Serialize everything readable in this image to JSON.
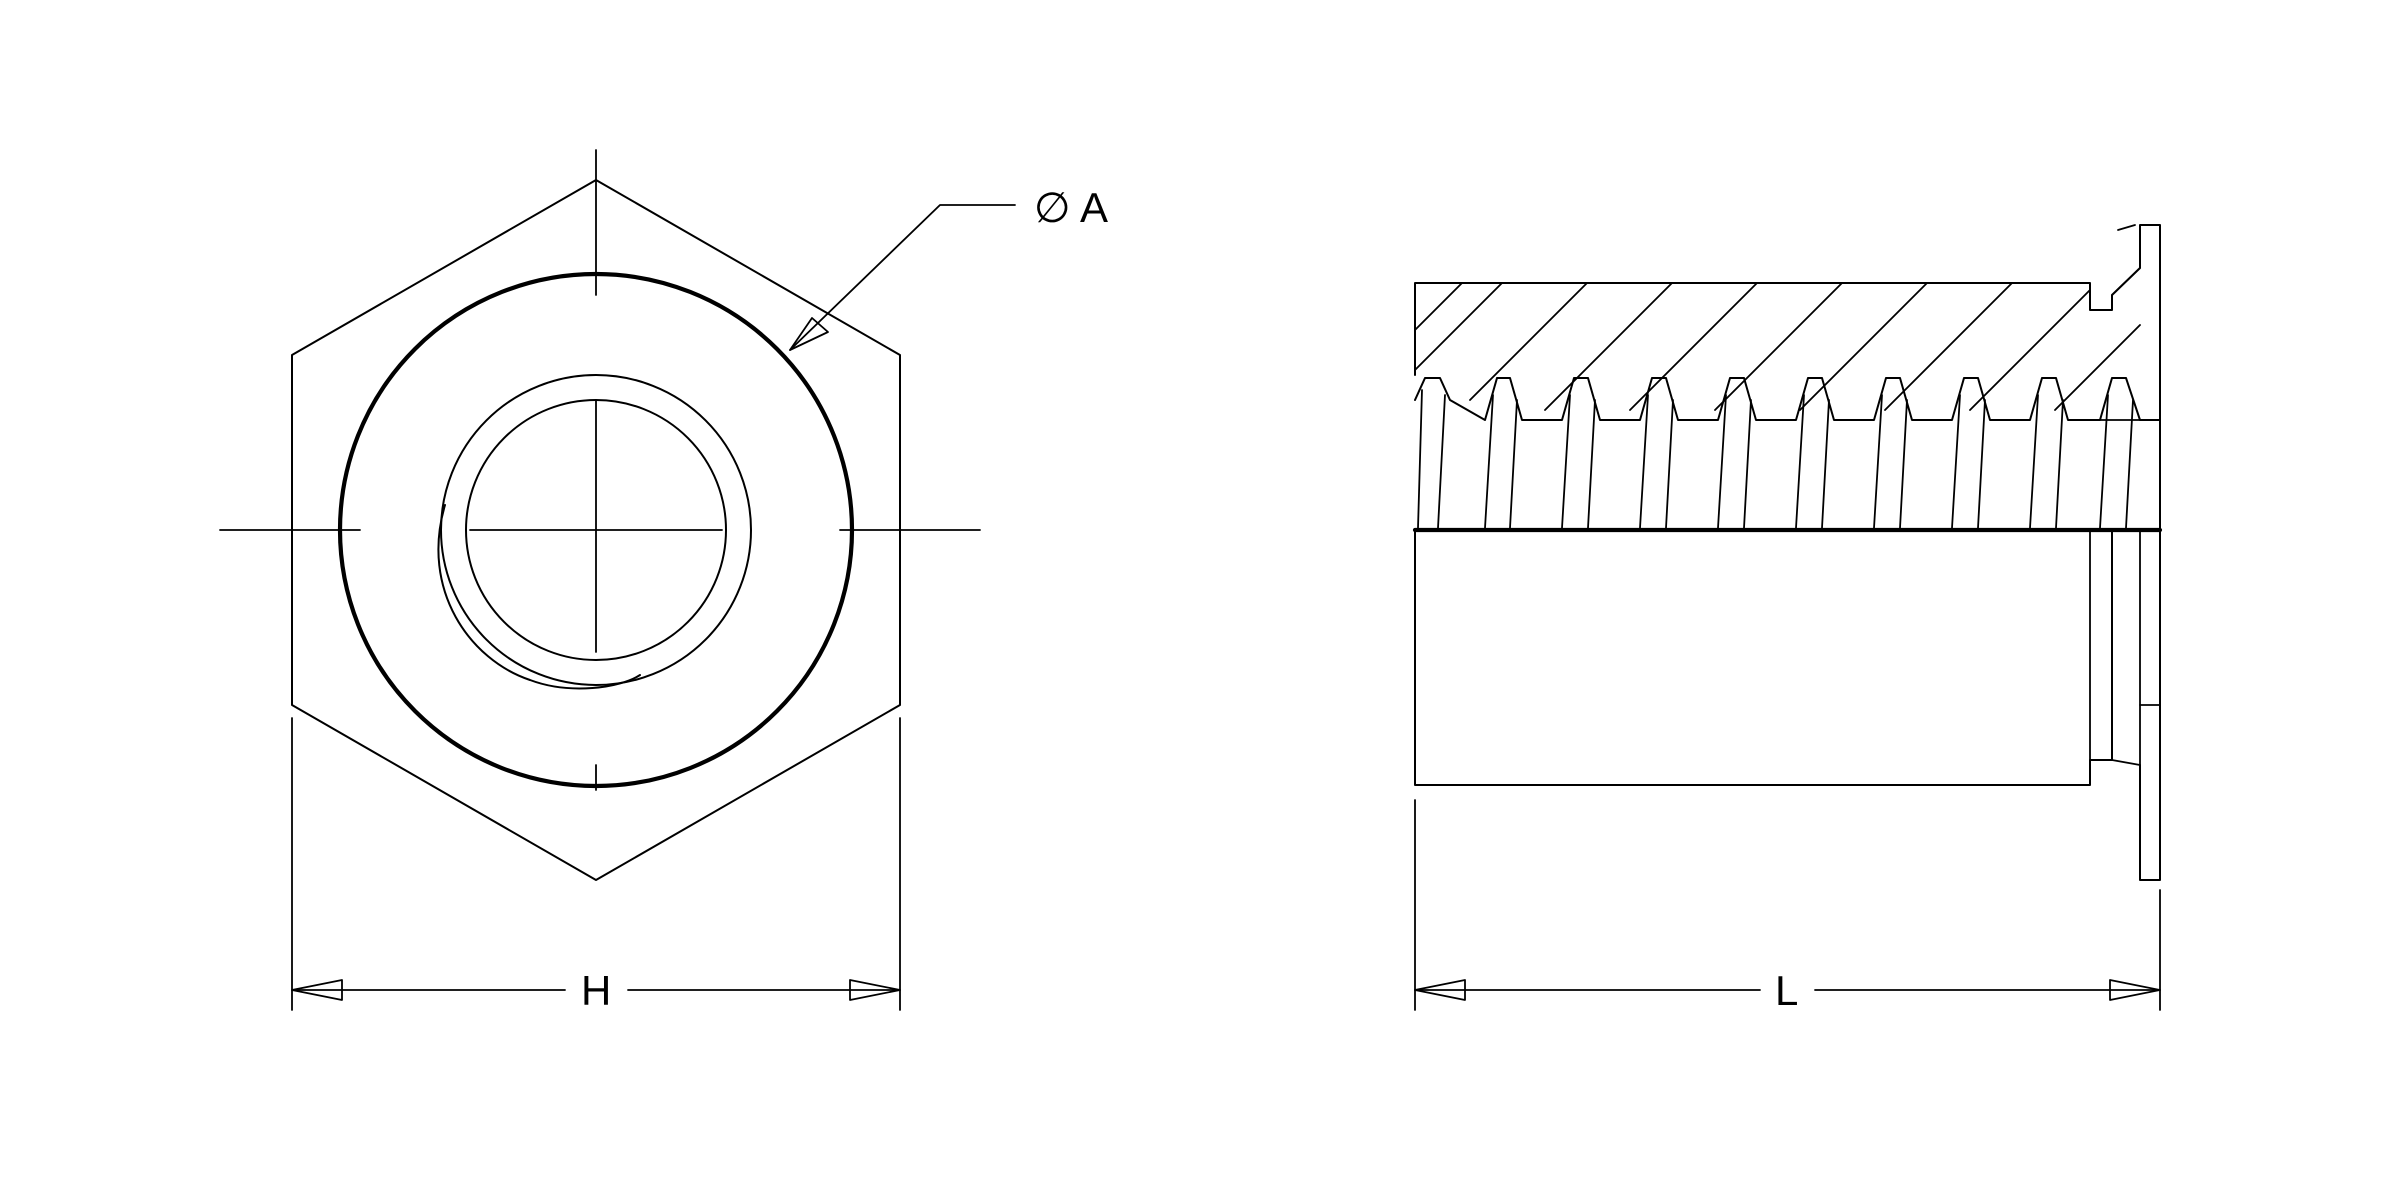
{
  "drawing": {
    "front_view": {
      "diameter_symbol": "∅",
      "diameter_label": "A",
      "width_label": "H"
    },
    "side_view": {
      "length_label": "L"
    }
  }
}
